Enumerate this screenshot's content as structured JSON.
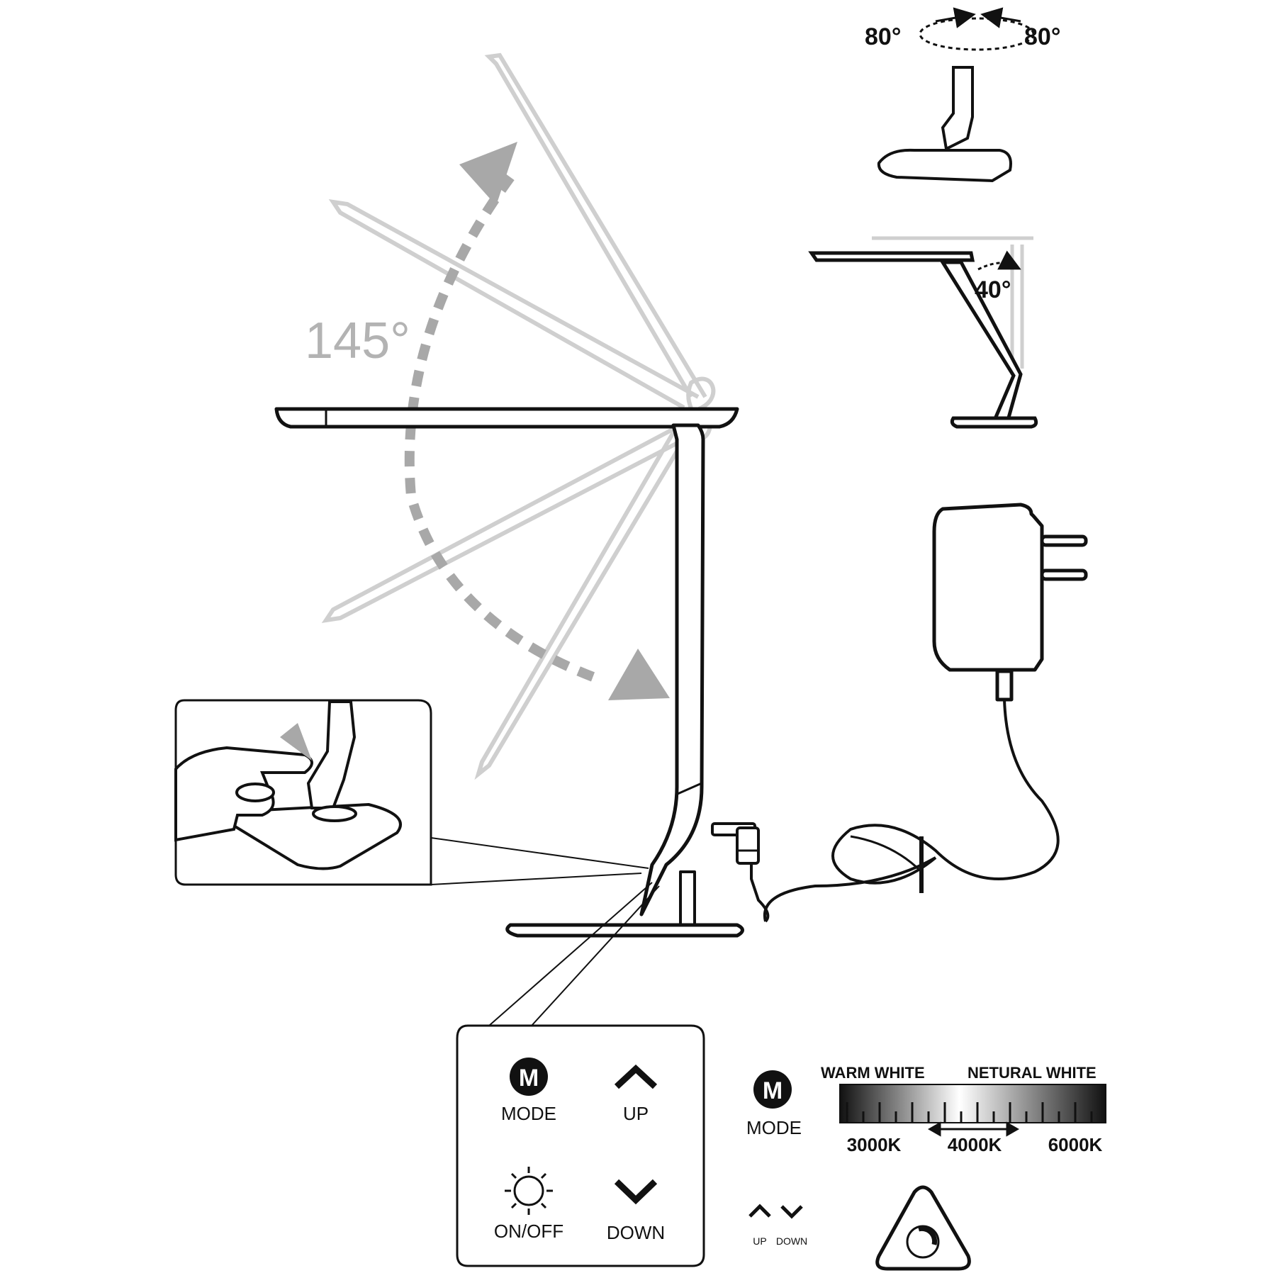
{
  "angles": {
    "head_swivel_left": "80°",
    "head_swivel_right": "80°",
    "arm_tilt": "40°",
    "head_tilt": "145°"
  },
  "controls": {
    "mode_letter": "M",
    "mode_label": "MODE",
    "up_label": "UP",
    "onoff_label": "ON/OFF",
    "down_label": "DOWN"
  },
  "legend": {
    "mode_letter": "M",
    "mode_label": "MODE",
    "warm_white": "WARM WHITE",
    "netural_white": "NETURAL WHITE",
    "k3000": "3000K",
    "k4000": "4000K",
    "k6000": "6000K",
    "up_small": "UP",
    "down_small": "DOWN"
  },
  "colors": {
    "line": "#111111",
    "ghost": "#c8c8c8",
    "arrow_grey": "#a8a8a8"
  }
}
